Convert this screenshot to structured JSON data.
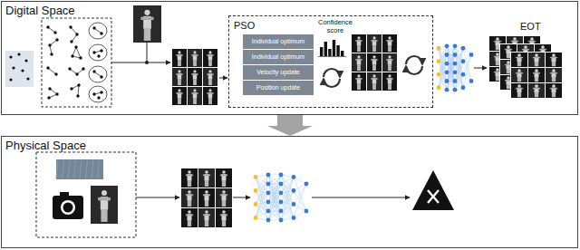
{
  "diagram": {
    "nodes": [
      {
        "text": [
          "Digital Space"
        ]
      },
      {
        "text": [
          "PSO"
        ],
        "in": 0
      },
      {
        "text": [
          "Individual optimum"
        ],
        "in": 1
      },
      {
        "text": [
          "Individual optimum"
        ],
        "in": 1
      },
      {
        "text": [
          "Velocity update"
        ],
        "in": 1
      },
      {
        "text": [
          "Position update"
        ],
        "in": 1
      },
      {
        "text": [
          "Physical Space"
        ]
      }
    ],
    "edges": [
      {
        "from": 0,
        "to": 6,
        "arrow": "to"
      }
    ],
    "labels": [
      "Confidence score",
      "EOT"
    ]
  }
}
